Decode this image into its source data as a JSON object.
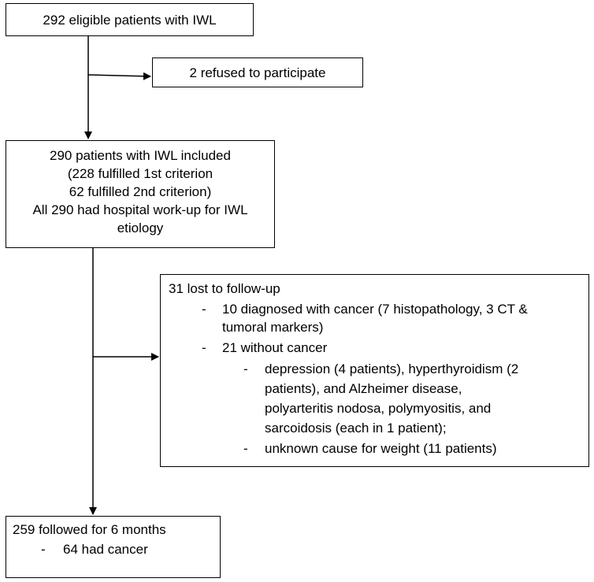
{
  "boxes": {
    "eligible": {
      "text": "292 eligible patients with IWL"
    },
    "refused": {
      "text": "2 refused to participate"
    },
    "included": {
      "lines": [
        "290 patients with IWL included",
        "(228 fulfilled 1st criterion",
        "62 fulfilled 2nd criterion)",
        "All 290 had hospital work-up for IWL",
        "etiology"
      ]
    },
    "lost": {
      "title": "31 lost to follow-up",
      "bullet_marker": "-",
      "cancer_lines": [
        "10 diagnosed with cancer (7 histopathology, 3 CT &",
        "tumoral markers)"
      ],
      "no_cancer": "21 without cancer",
      "causes_lines": [
        "depression (4 patients), hyperthyroidism (2",
        "patients), and Alzheimer disease,",
        "polyarteritis nodosa, polymyositis, and",
        "sarcoidosis (each in 1 patient);"
      ],
      "unknown": "unknown cause for weight (11 patients)"
    },
    "followed": {
      "title": "259 followed for 6 months",
      "bullet_marker": "-",
      "cancer": "64 had cancer"
    }
  },
  "colors": {
    "line": "#000000",
    "background": "#ffffff"
  }
}
